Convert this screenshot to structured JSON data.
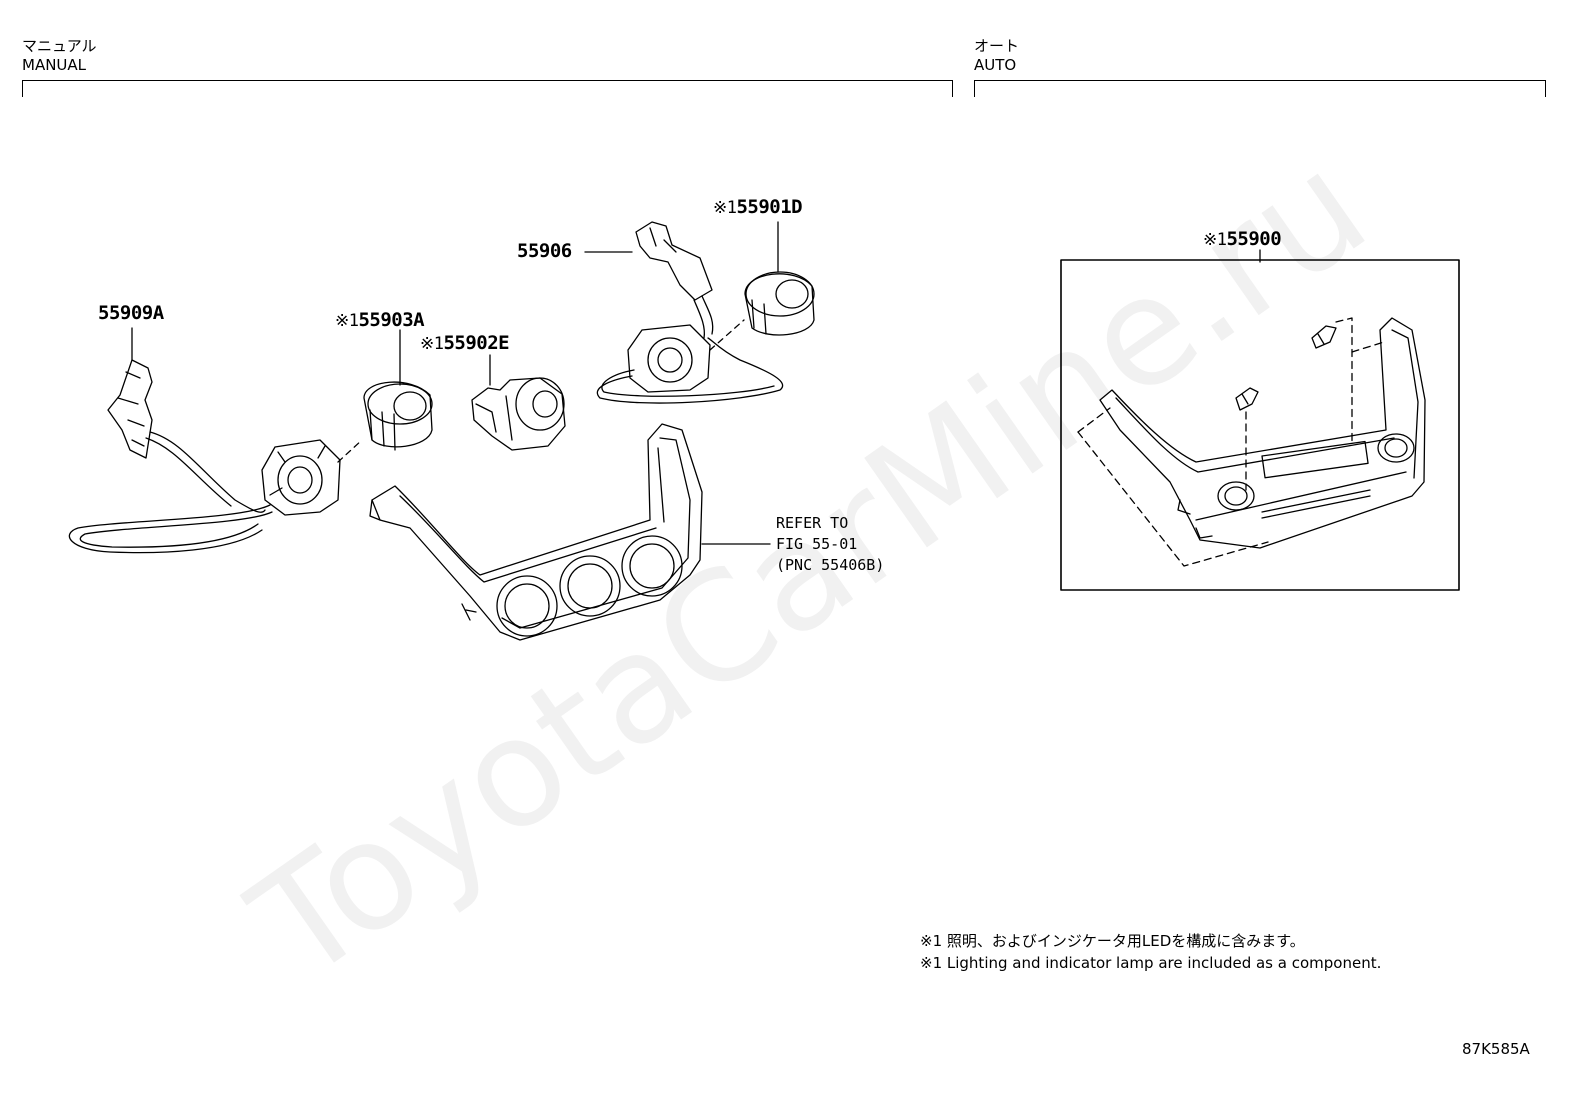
{
  "sections": {
    "manual": {
      "jp": "マニュアル",
      "en": "MANUAL"
    },
    "auto": {
      "jp": "オート",
      "en": "AUTO"
    }
  },
  "parts": [
    {
      "number": "55909A",
      "mark": ""
    },
    {
      "number": "55903A",
      "mark": "※1"
    },
    {
      "number": "55902E",
      "mark": "※1"
    },
    {
      "number": "55906",
      "mark": ""
    },
    {
      "number": "55901D",
      "mark": "※1"
    },
    {
      "number": "55900",
      "mark": "※1"
    }
  ],
  "refer": {
    "line1": "REFER TO",
    "line2": "FIG 55-01",
    "line3": "(PNC 55406B)"
  },
  "notes": {
    "jp": "※1 照明、およびインジケータ用LEDを構成に含みます。",
    "en": "※1 Lighting and indicator lamp are included as a component."
  },
  "figure_code": "87K585A",
  "watermark": "ToyotaCarMine.ru"
}
